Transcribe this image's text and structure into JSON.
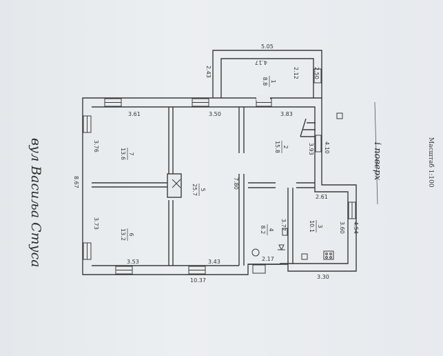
{
  "plan": {
    "floor_label": "і поверх",
    "scale_label": "Масштаб 1:100",
    "street_label": "вул Васиља Стуса",
    "dimensions": {
      "annex_top": "5.05",
      "annex_inner_top": "4.17",
      "annex_left": "2.43",
      "annex_right_inner": "2.12",
      "annex_right": "2.50",
      "room_top_a": "3.61",
      "room_top_b": "3.50",
      "room_top_c": "3.83",
      "room1_height": "3.76",
      "room6_height": "3.73",
      "overall_height": "8.67",
      "hall_height": "7.80",
      "room2_right": "3.93",
      "room_right_wall": "4.10",
      "room3_top": "2.61",
      "room3_right": "4.54",
      "room3_inner": "3.60",
      "room4_inner": "3.77",
      "room4_bottom": "2.17",
      "bottom_a": "3.53",
      "bottom_b": "3.43",
      "overall_width": "10.37",
      "bottom_right": "3.30"
    },
    "rooms": {
      "annex": {
        "num": "1",
        "area": "8.8"
      },
      "r2": {
        "num": "2",
        "area": "15.8"
      },
      "r7": {
        "num": "7",
        "area": "13.6"
      },
      "r5": {
        "num": "5",
        "area": "25.7"
      },
      "r6": {
        "num": "6",
        "area": "13.2"
      },
      "r4": {
        "num": "4",
        "area": "8.2"
      },
      "r3": {
        "num": "3",
        "area": "10.1"
      }
    }
  }
}
